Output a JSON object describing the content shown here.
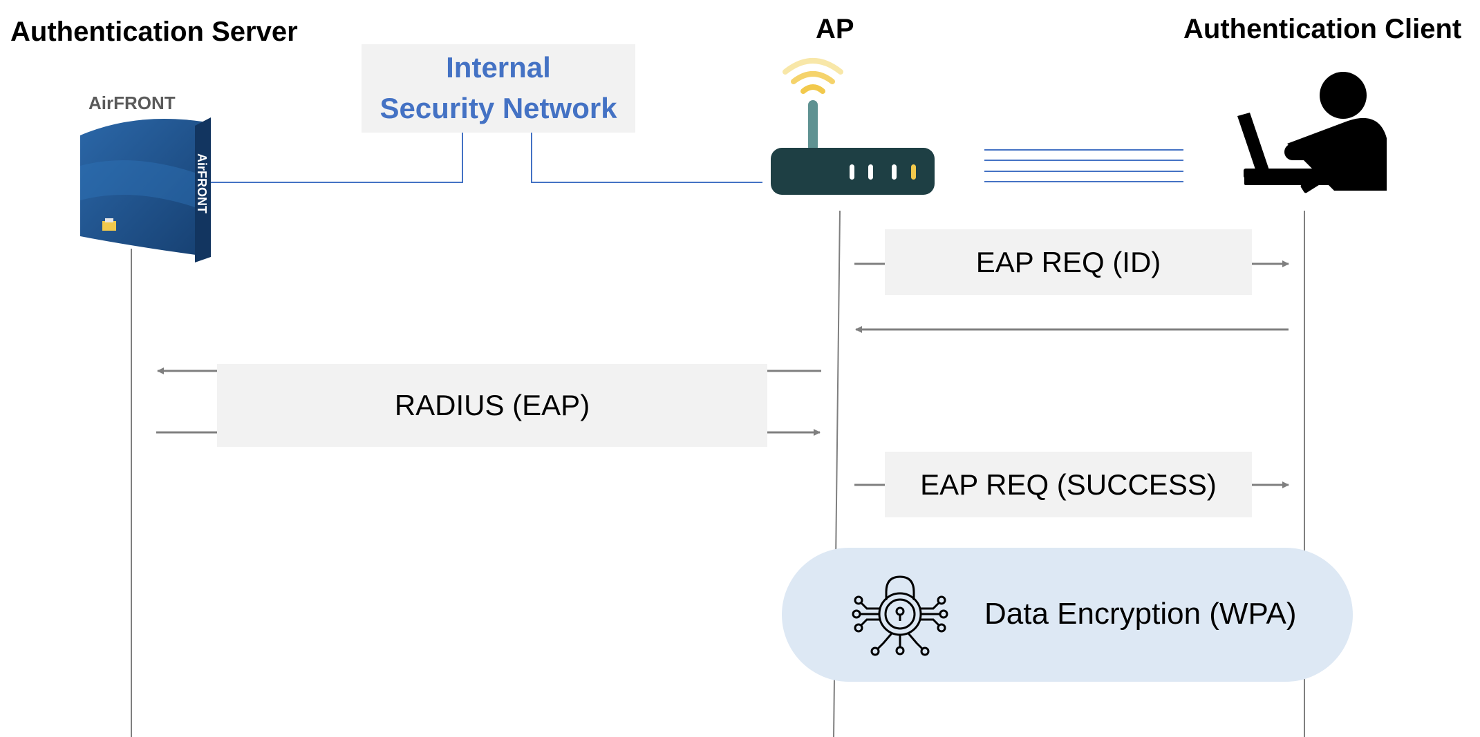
{
  "actors": {
    "server": "Authentication Server",
    "ap": "AP",
    "client": "Authentication Client"
  },
  "network": {
    "line1": "Internal",
    "line2": "Security Network"
  },
  "server_box": {
    "brand_front": "AirFRONT",
    "brand_side": "AirFRONT"
  },
  "messages": {
    "eap_req_id": "EAP REQ (ID)",
    "radius": "RADIUS (EAP)",
    "eap_req_success": "EAP REQ (SUCCESS)"
  },
  "encryption": {
    "label": "Data Encryption (WPA)"
  },
  "colors": {
    "link_blue": "#4472c4",
    "arrow_gray": "#7f7f7f",
    "router_body": "#1e3f44",
    "router_antenna": "#5f9292",
    "wifi_yellow": "#f2c94c",
    "server_blue": "#1f4f86",
    "pill_bg": "#dde8f4"
  }
}
